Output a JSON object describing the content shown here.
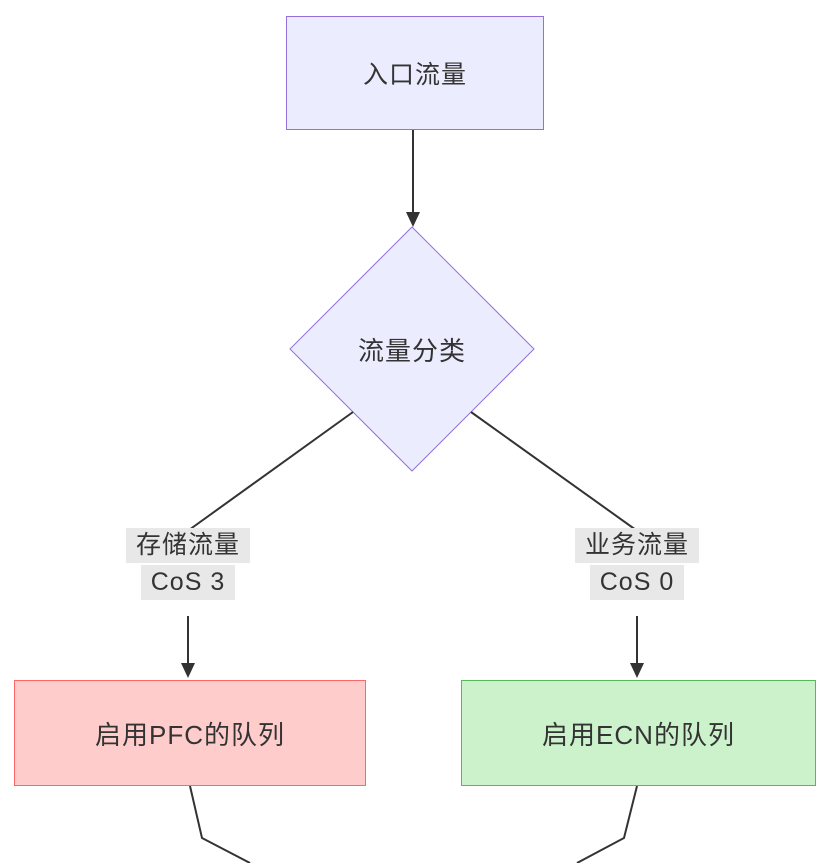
{
  "diagram": {
    "type": "flowchart",
    "direction": "top-down",
    "nodes": {
      "ingress": {
        "label": "入口流量",
        "shape": "rect"
      },
      "classify": {
        "label": "流量分类",
        "shape": "diamond"
      },
      "pfc_queue": {
        "label": "启用PFC的队列",
        "shape": "rect"
      },
      "ecn_queue": {
        "label": "启用ECN的队列",
        "shape": "rect"
      }
    },
    "edge_labels": {
      "storage": {
        "line1": "存储流量",
        "line2": "CoS 3"
      },
      "business": {
        "line1": "业务流量",
        "line2": "CoS 0"
      }
    },
    "edges": [
      {
        "from": "ingress",
        "to": "classify"
      },
      {
        "from": "classify",
        "to": "pfc_queue",
        "label": "存储流量 CoS 3"
      },
      {
        "from": "classify",
        "to": "ecn_queue",
        "label": "业务流量 CoS 0"
      }
    ],
    "colors": {
      "node_fill": "#ECECFF",
      "node_border": "#9370DB",
      "pfc_fill": "#FFCCCC",
      "pfc_border": "#FF6666",
      "ecn_fill": "#CCF2CC",
      "ecn_border": "#55BB55",
      "edge": "#333333",
      "label_bg": "#E8E8E8",
      "text": "#333333"
    }
  }
}
